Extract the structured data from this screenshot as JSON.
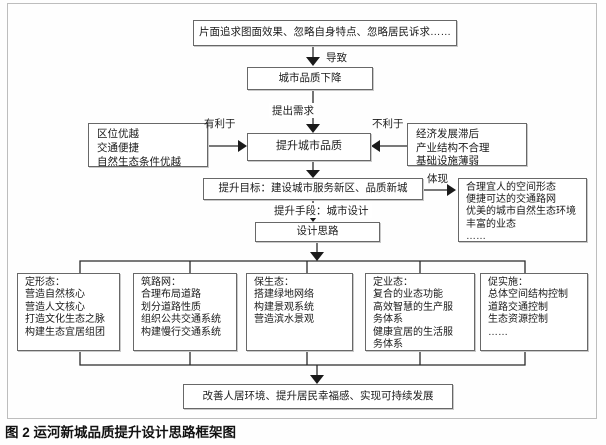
{
  "figure": {
    "caption": "图 2  运河新城品质提升设计思路框架图"
  },
  "flowchart": {
    "nodes": {
      "problem": "片面追求图面效果、忽略自身特点、忽略居民诉求……",
      "decline": "城市品质下降",
      "advantages": "区位优越\n交通便捷\n自然生态条件优越",
      "core": "提升城市品质",
      "disadvantages": "经济发展滞后\n产业结构不合理\n基础设施薄弱",
      "goal": "提升目标：建设城市服务新区、品质新城",
      "features": "合理宜人的空间形态\n便捷可达的交通路网\n优美的城市自然生态环境\n丰富的业态\n……",
      "design": "设计思路",
      "strategy_form": "定形态：\n营造自然核心\n营造人文核心\n打造文化生态之脉\n构建生态宜居组团",
      "strategy_road": "筑路网：\n合理布局道路\n划分道路性质\n组织公共交通系统\n构建慢行交通系统",
      "strategy_eco": "保生态：\n搭建绿地网络\n构建景观系统\n营造滨水景观",
      "strategy_industry": "定业态：\n复合的业态功能\n高效智慧的生产服\n务体系\n健康宜居的生活服\n务体系",
      "strategy_impl": "促实施：\n总体空间结构控制\n道路交通控制\n生态资源控制\n……",
      "outcome": "改善人居环境、提升居民幸福感、实现可持续发展"
    },
    "edge_labels": {
      "cause": "导致",
      "demand": "提出需求",
      "favorable": "有利于",
      "unfavorable": "不利于",
      "reflect": "体现",
      "means": "提升手段：城市设计"
    }
  },
  "colors": {
    "line": "#2a2a2a",
    "box_border": "#686868",
    "frame_border": "#bdbdbd",
    "text": "#1a1a1a",
    "background": "#fefefe"
  }
}
